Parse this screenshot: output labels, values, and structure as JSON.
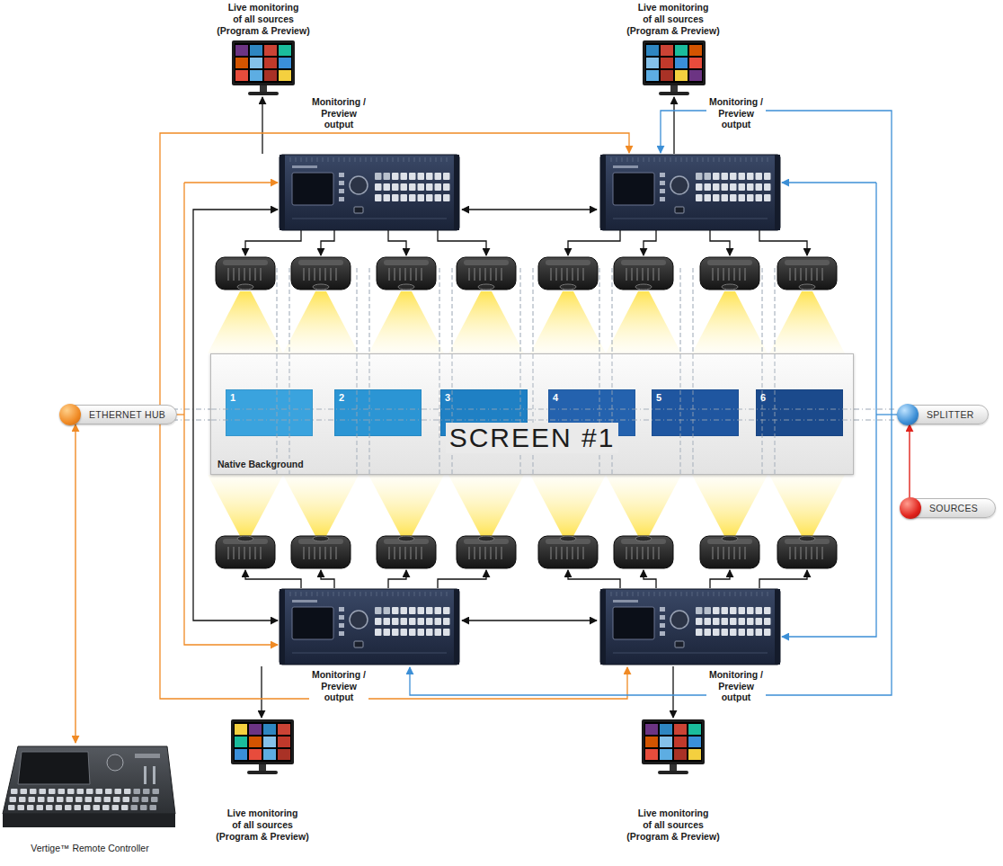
{
  "diagram": {
    "nodes": [
      {
        "text": [
          "Live monitoring of all sources (Program & Preview)"
        ]
      },
      {
        "text": [
          "Live monitoring of all sources (Program & Preview)"
        ]
      },
      {
        "text": [
          "SCREEN #1",
          "Native Background"
        ]
      },
      {
        "text": [
          "1"
        ],
        "in": 2
      },
      {
        "text": [
          "2"
        ],
        "in": 2
      },
      {
        "text": [
          "3"
        ],
        "in": 2
      },
      {
        "text": [
          "4"
        ],
        "in": 2
      },
      {
        "text": [
          "5"
        ],
        "in": 2
      },
      {
        "text": [
          "6"
        ],
        "in": 2
      },
      {
        "text": [
          "ETHERNET HUB"
        ]
      },
      {
        "text": [
          "SPLITTER"
        ]
      },
      {
        "text": [
          "SOURCES"
        ]
      },
      {
        "text": [
          "Live monitoring of all sources (Program & Preview)"
        ]
      },
      {
        "text": [
          "Live monitoring of all sources (Program & Preview)"
        ]
      },
      {
        "text": [
          "Vertige™ Remote Controller"
        ]
      }
    ],
    "edges": [
      {
        "from": 11,
        "to": 10,
        "arrow": "to"
      },
      {
        "from": 9,
        "to": 14,
        "arrow": "both"
      }
    ],
    "labels": [
      "Monitoring / Preview output",
      "Monitoring / Preview output",
      "Monitoring / Preview output",
      "Monitoring / Preview output"
    ]
  }
}
